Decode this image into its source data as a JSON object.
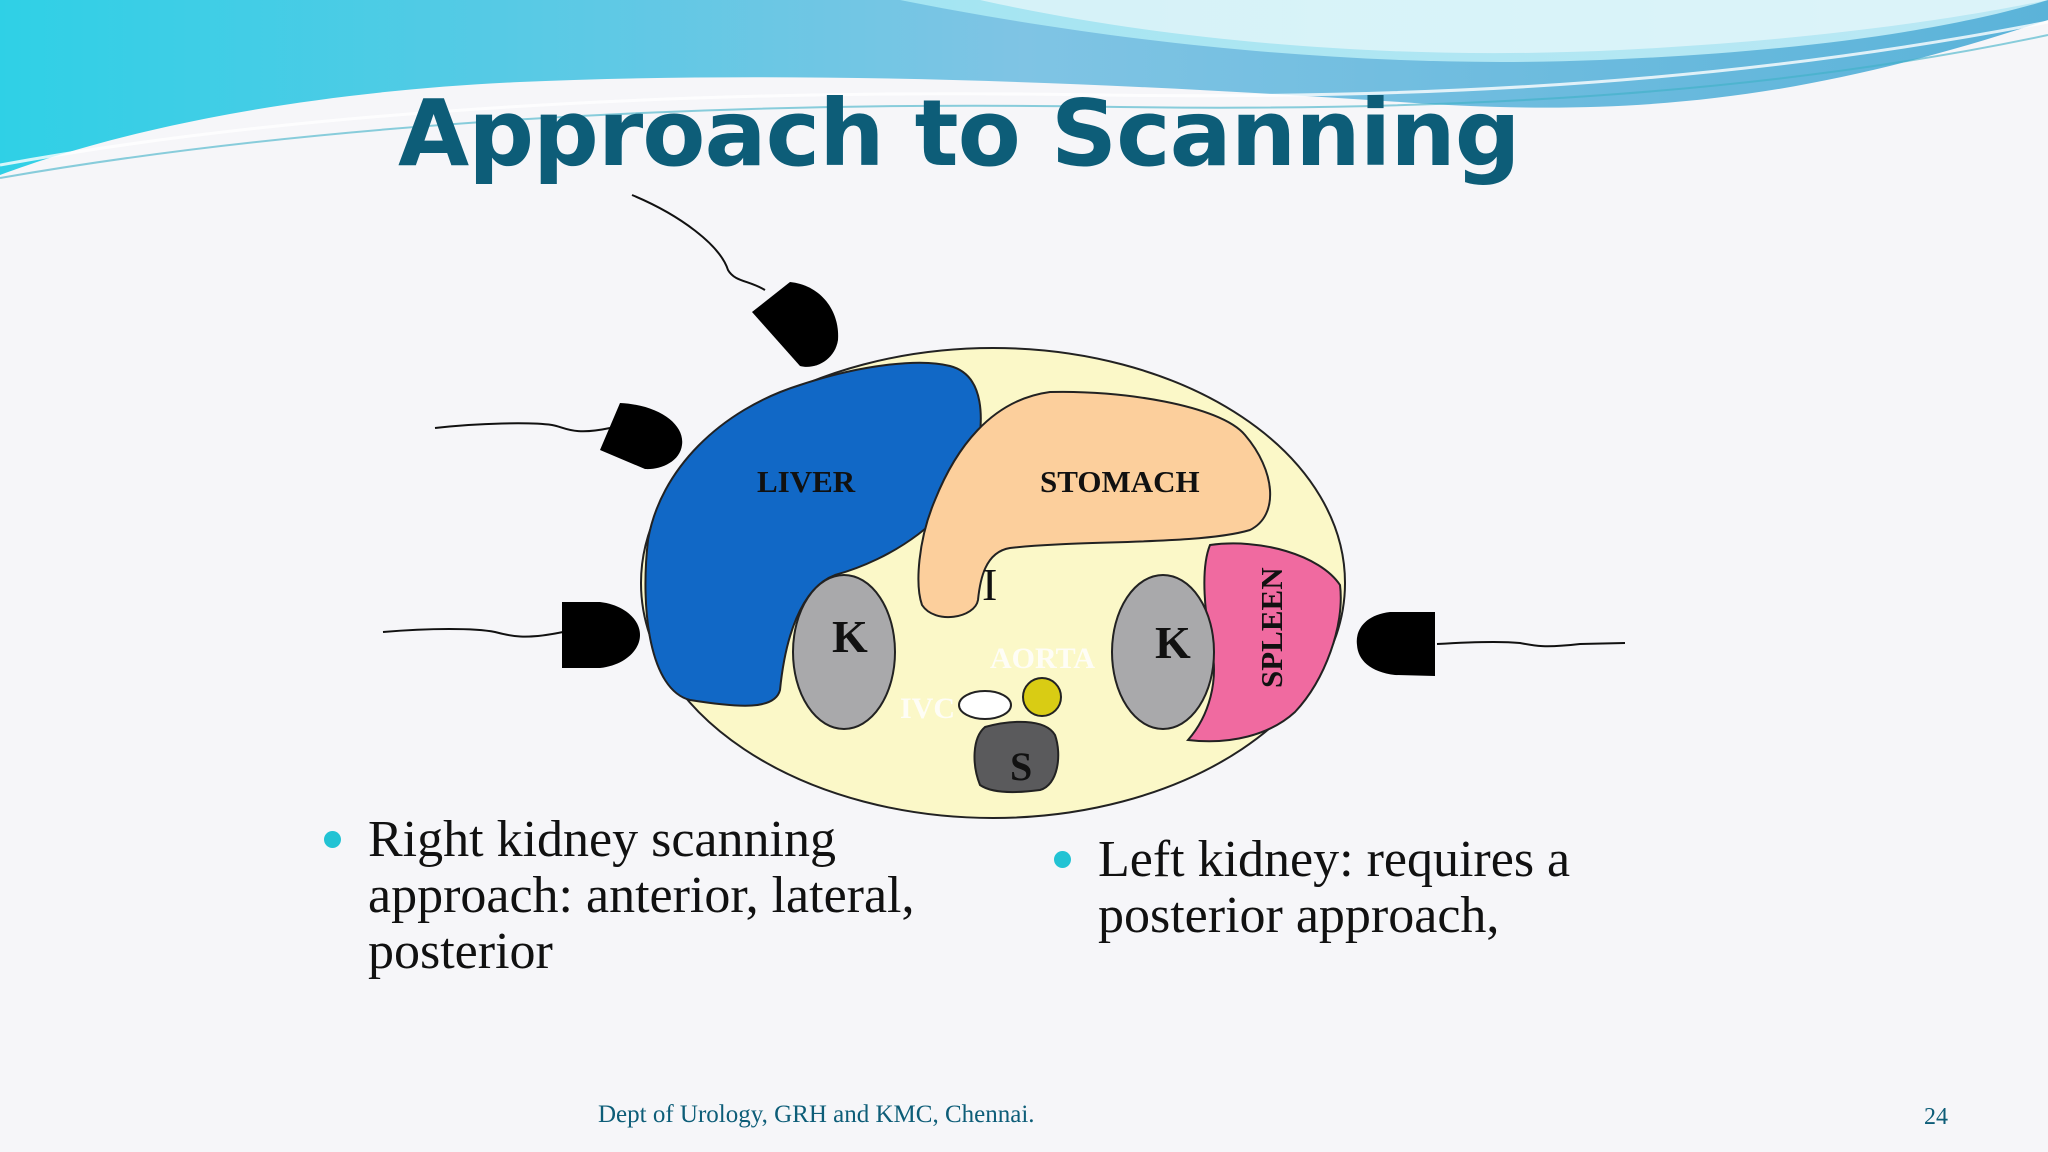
{
  "slide": {
    "title": "Approach to Scanning",
    "footer": "Dept of Urology, GRH and KMC, Chennai.",
    "page_number": "24"
  },
  "diagram": {
    "labels": {
      "liver": "LIVER",
      "stomach": "STOMACH",
      "spleen": "SPLEEN",
      "right_kidney": "K",
      "left_kidney": "K",
      "aorta": "AORTA",
      "ivc": "IVC",
      "spine": "S",
      "mark": "I"
    },
    "colors": {
      "abdomen": "#fbf8c8",
      "liver": "#1168c6",
      "stomach": "#fccf9c",
      "spleen": "#f06aa0",
      "kidney": "#a9a9ab",
      "spine": "#5a5a5c",
      "aorta": "#d9cc14",
      "ivc": "#ffffff",
      "probe": "#000000"
    }
  },
  "bullets": [
    {
      "text": "Right kidney scanning approach: anterior, lateral, posterior"
    },
    {
      "text": "Left kidney: requires a posterior approach,"
    }
  ],
  "theme": {
    "title_color": "#0d5d78",
    "bullet_color": "#22c3d4"
  }
}
